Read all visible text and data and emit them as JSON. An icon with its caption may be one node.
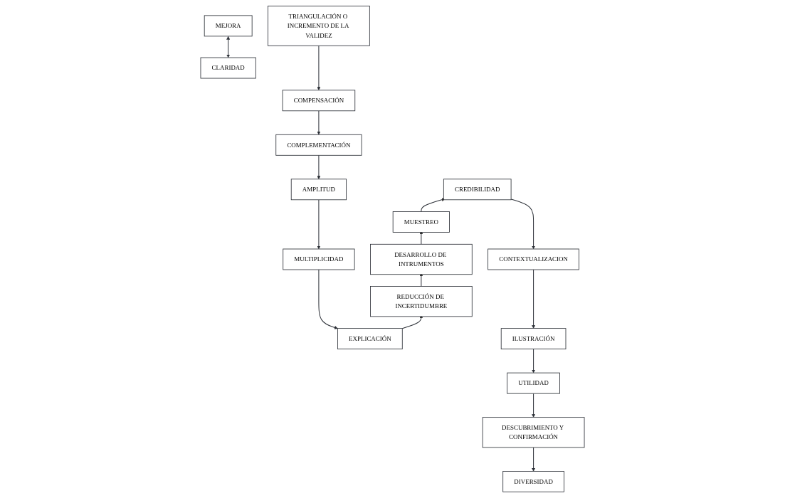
{
  "diagram": {
    "nodes": [
      {
        "text": [
          "TRIANGULACIÓN O INCREMENTO DE LA VALIDEZ"
        ]
      },
      {
        "text": [
          "COMPENSACIÓN"
        ]
      },
      {
        "text": [
          "COMPLEMENTACIÓN"
        ]
      },
      {
        "text": [
          "AMPLITUD"
        ]
      },
      {
        "text": [
          "MULTIPLICIDAD"
        ]
      },
      {
        "text": [
          "EXPLICACIÓN"
        ]
      },
      {
        "text": [
          "REDUCCIÓN DE INCERTIDUMBRE"
        ]
      },
      {
        "text": [
          "DESARROLLO DE INTRUMENTOS"
        ]
      },
      {
        "text": [
          "MUESTREO"
        ]
      },
      {
        "text": [
          "CREDIBILIDAD"
        ]
      },
      {
        "text": [
          "CONTEXTUALIZACION"
        ]
      },
      {
        "text": [
          "ILUSTRACIÓN"
        ]
      },
      {
        "text": [
          "UTILIDAD"
        ]
      },
      {
        "text": [
          "DESCUBRIMIENTO Y CONFIRMACIÓN"
        ]
      },
      {
        "text": [
          "DIVERSIDAD"
        ]
      },
      {
        "text": [
          "MEJORA"
        ]
      },
      {
        "text": [
          "CLARIDAD"
        ]
      }
    ],
    "edges": [
      {
        "from": 0,
        "to": 1,
        "arrow": "to"
      },
      {
        "from": 1,
        "to": 2,
        "arrow": "to"
      },
      {
        "from": 2,
        "to": 3,
        "arrow": "to"
      },
      {
        "from": 3,
        "to": 4,
        "arrow": "to"
      },
      {
        "from": 4,
        "to": 5,
        "arrow": "to"
      },
      {
        "from": 5,
        "to": 6,
        "arrow": "to"
      },
      {
        "from": 6,
        "to": 7,
        "arrow": "to"
      },
      {
        "from": 7,
        "to": 8,
        "arrow": "to"
      },
      {
        "from": 8,
        "to": 9,
        "arrow": "to"
      },
      {
        "from": 9,
        "to": 10,
        "arrow": "to"
      },
      {
        "from": 10,
        "to": 11,
        "arrow": "to"
      },
      {
        "from": 11,
        "to": 12,
        "arrow": "to"
      },
      {
        "from": 12,
        "to": 13,
        "arrow": "to"
      },
      {
        "from": 13,
        "to": 14,
        "arrow": "to"
      },
      {
        "from": 15,
        "to": 16,
        "arrow": "both"
      }
    ]
  }
}
